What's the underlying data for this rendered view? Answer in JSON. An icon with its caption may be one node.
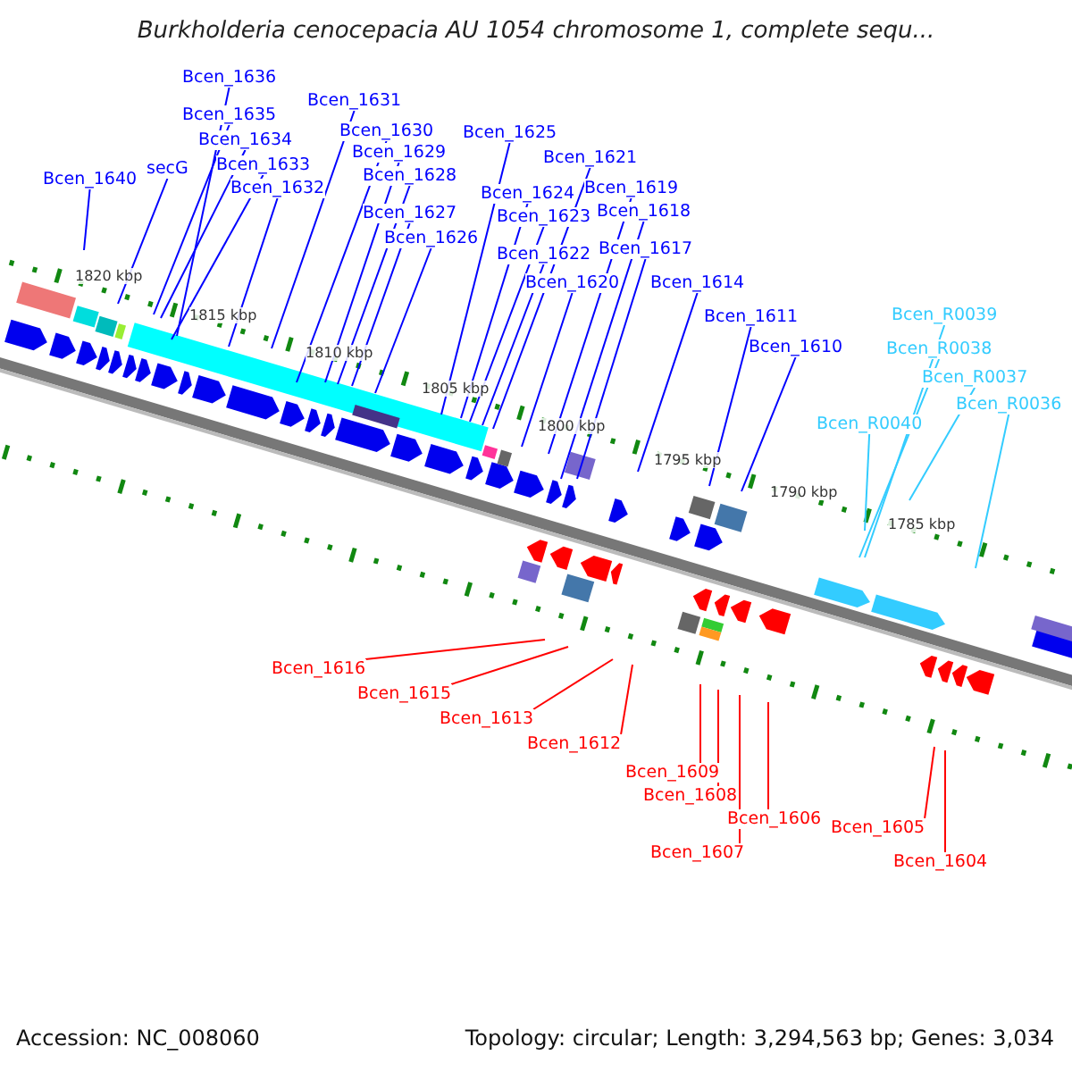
{
  "diagram": {
    "title": "Burkholderia cenocepacia AU 1054 chromosome 1, complete sequ...",
    "nodes": [
      {
        "text": [
          "Bcen_1636"
        ]
      },
      {
        "text": [
          "Bcen_1631"
        ]
      },
      {
        "text": [
          "Bcen_1635"
        ]
      },
      {
        "text": [
          "Bcen_1630"
        ]
      },
      {
        "text": [
          "Bcen_1625"
        ]
      },
      {
        "text": [
          "Bcen_1634"
        ]
      },
      {
        "text": [
          "Bcen_1629"
        ]
      },
      {
        "text": [
          "Bcen_1621"
        ]
      },
      {
        "text": [
          "secG"
        ]
      },
      {
        "text": [
          "Bcen_1633"
        ]
      },
      {
        "text": [
          "Bcen_1628"
        ]
      },
      {
        "text": [
          "Bcen_1640"
        ]
      },
      {
        "text": [
          "Bcen_1632"
        ]
      },
      {
        "text": [
          "Bcen_1624"
        ]
      },
      {
        "text": [
          "Bcen_1619"
        ]
      },
      {
        "text": [
          "Bcen_1627"
        ]
      },
      {
        "text": [
          "Bcen_1623"
        ]
      },
      {
        "text": [
          "Bcen_1618"
        ]
      },
      {
        "text": [
          "Bcen_1626"
        ]
      },
      {
        "text": [
          "Bcen_1622"
        ]
      },
      {
        "text": [
          "Bcen_1617"
        ]
      },
      {
        "text": [
          "Bcen_1620"
        ]
      },
      {
        "text": [
          "Bcen_1614"
        ]
      },
      {
        "text": [
          "Bcen_R0039"
        ]
      },
      {
        "text": [
          "Bcen_1611"
        ]
      },
      {
        "text": [
          "Bcen_R0038"
        ]
      },
      {
        "text": [
          "Bcen_1610"
        ]
      },
      {
        "text": [
          "Bcen_R0037"
        ]
      },
      {
        "text": [
          "Bcen_R0036"
        ]
      },
      {
        "text": [
          "Bcen_R0040"
        ]
      },
      {
        "text": [
          "Bcen_1616"
        ]
      },
      {
        "text": [
          "Bcen_1615"
        ]
      },
      {
        "text": [
          "Bcen_1613"
        ]
      },
      {
        "text": [
          "Bcen_1612"
        ]
      },
      {
        "text": [
          "Bcen_1609"
        ]
      },
      {
        "text": [
          "Bcen_1608"
        ]
      },
      {
        "text": [
          "Bcen_1606"
        ]
      },
      {
        "text": [
          "Bcen_1605"
        ]
      },
      {
        "text": [
          "Bcen_1607"
        ]
      },
      {
        "text": [
          "Bcen_1604"
        ]
      }
    ],
    "edges": [
      {
        "from": 0,
        "to": null,
        "arrow": "none"
      },
      {
        "from": 1,
        "to": null,
        "arrow": "none"
      },
      {
        "from": 2,
        "to": null,
        "arrow": "none"
      },
      {
        "from": 3,
        "to": null,
        "arrow": "none"
      },
      {
        "from": 4,
        "to": null,
        "arrow": "none"
      },
      {
        "from": 5,
        "to": null,
        "arrow": "none"
      },
      {
        "from": 6,
        "to": null,
        "arrow": "none"
      },
      {
        "from": 7,
        "to": null,
        "arrow": "none"
      },
      {
        "from": 8,
        "to": null,
        "arrow": "none"
      },
      {
        "from": 9,
        "to": null,
        "arrow": "none"
      },
      {
        "from": 10,
        "to": null,
        "arrow": "none"
      },
      {
        "from": 11,
        "to": null,
        "arrow": "none"
      },
      {
        "from": 12,
        "to": null,
        "arrow": "none"
      },
      {
        "from": 13,
        "to": null,
        "arrow": "none"
      },
      {
        "from": 14,
        "to": null,
        "arrow": "none"
      },
      {
        "from": 15,
        "to": null,
        "arrow": "none"
      },
      {
        "from": 16,
        "to": null,
        "arrow": "none"
      },
      {
        "from": 17,
        "to": null,
        "arrow": "none"
      },
      {
        "from": 18,
        "to": null,
        "arrow": "none"
      },
      {
        "from": 19,
        "to": null,
        "arrow": "none"
      },
      {
        "from": 20,
        "to": null,
        "arrow": "none"
      },
      {
        "from": 21,
        "to": null,
        "arrow": "none"
      },
      {
        "from": 22,
        "to": null,
        "arrow": "none"
      },
      {
        "from": 23,
        "to": null,
        "arrow": "none",
        "color": "#33ccff"
      },
      {
        "from": 24,
        "to": null,
        "arrow": "none"
      },
      {
        "from": 25,
        "to": null,
        "arrow": "none",
        "color": "#33ccff"
      },
      {
        "from": 26,
        "to": null,
        "arrow": "none"
      },
      {
        "from": 27,
        "to": null,
        "arrow": "none",
        "color": "#33ccff"
      },
      {
        "from": 28,
        "to": null,
        "arrow": "none",
        "color": "#33ccff"
      },
      {
        "from": 29,
        "to": null,
        "arrow": "none",
        "color": "#33ccff"
      },
      {
        "from": 30,
        "to": null,
        "arrow": "none",
        "color": "#ff0000"
      },
      {
        "from": 31,
        "to": null,
        "arrow": "none",
        "color": "#ff0000"
      },
      {
        "from": 32,
        "to": null,
        "arrow": "none",
        "color": "#ff0000"
      },
      {
        "from": 33,
        "to": null,
        "arrow": "none",
        "color": "#ff0000"
      },
      {
        "from": 34,
        "to": null,
        "arrow": "none",
        "color": "#ff0000"
      },
      {
        "from": 35,
        "to": null,
        "arrow": "none",
        "color": "#ff0000"
      },
      {
        "from": 36,
        "to": null,
        "arrow": "none",
        "color": "#ff0000"
      },
      {
        "from": 37,
        "to": null,
        "arrow": "none",
        "color": "#ff0000"
      },
      {
        "from": 38,
        "to": null,
        "arrow": "none",
        "color": "#ff0000"
      },
      {
        "from": 39,
        "to": null,
        "arrow": "none",
        "color": "#ff0000"
      }
    ],
    "labels": [
      "1820 kbp",
      "1815 kbp",
      "1810 kbp",
      "1805 kbp",
      "1800 kbp",
      "1795 kbp",
      "1790 kbp",
      "1785 kbp",
      "Accession: NC_008060",
      "Topology: circular; Length: 3,294,563 bp; Genes: 3,034"
    ]
  }
}
